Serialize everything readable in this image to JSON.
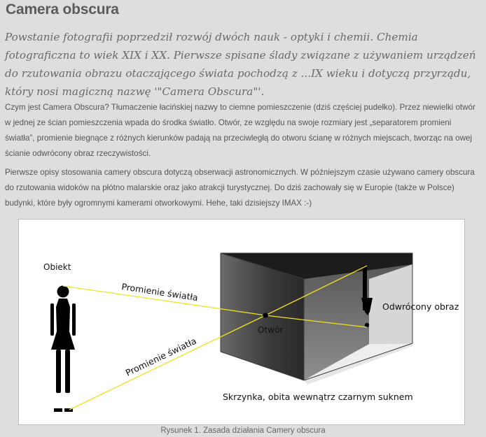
{
  "article": {
    "title": "Camera obscura",
    "lead": "Powstanie fotografii poprzedził rozwój dwóch nauk - optyki i chemii. Chemia fotograficzna to wiek XIX i XX. Pierwsze spisane ślady związane z używaniem urządzeń do rzutowania obrazu otaczającego świata pochodzą z ...IX wieku i dotyczą przyrządu, który nosi magiczną nazwę '\"Camera Obscura\"'.",
    "paragraph_1": "Czym jest Camera Obscura? Tłumaczenie łacińskiej nazwy to ciemne pomieszczenie (dziś częściej pudełko). Przez niewielki otwór w jednej ze ścian pomieszczenia wpada do środka światło. Otwór, ze względu na swoje rozmiary jest „separatorem promieni światła”, promienie biegnące z różnych kierunków padają na przeciwległą do otworu ścianę w różnych miejscach, tworząc na owej ścianie odwrócony obraz rzeczywistości.",
    "paragraph_2": "Pierwsze opisy stosowania camery obscura dotyczą obserwacji astronomicznych. W późniejszym czasie używano camery obscura do rzutowania widoków na płótno malarskie oraz jako atrakcji turystycznej. Do dziś zachowały się w Europie (także w Polsce) budynki, które były ogromnymi kamerami otworkowymi. Hehe, taki dzisiejszy IMAX :-)"
  },
  "figure": {
    "labels": {
      "object": "Obiekt",
      "ray_top": "Promienie światła",
      "ray_bottom": "Promienie światła",
      "aperture": "Otwór",
      "inverted_image": "Odwrócony obraz",
      "box": "Skrzynka, obita wewnątrz czarnym suknem"
    },
    "caption": "Rysunek 1. Zasada działania Camery obscura",
    "colors": {
      "ray": "#f2e21a",
      "box_top": "#1e1e1e",
      "box_back": "#505050",
      "box_floor": "#f0f0f0",
      "box_side": "#c7c7c7",
      "silhouette": "#000000"
    }
  }
}
